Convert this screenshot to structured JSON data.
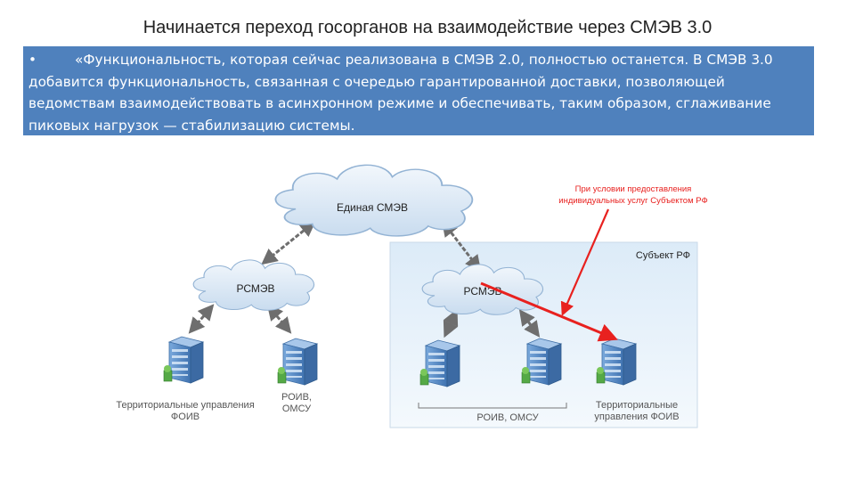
{
  "slide": {
    "title": "Начинается переход госорганов на взаимодействие через СМЭВ 3.0",
    "bullet_symbol": "•",
    "bullet_text": "«Функциональность, которая сейчас реализована в СМЭВ 2.0, полностью останется. В СМЭВ 3.0 добавится функциональность, связанная с очередью гарантированной доставки, позволяющей ведомствам взаимодействовать в асинхронном режиме и обеспечивать, таким образом, сглаживание пиковых нагрузок — стабилизацию системы."
  },
  "diagram": {
    "clouds": {
      "central": "Единая СМЭВ",
      "left": "РСМЭВ",
      "right": "РСМЭВ"
    },
    "region_label": "Субъект РФ",
    "annotation_line1": "При условии предоставления",
    "annotation_line2": "индивидуальных услуг Субъектом РФ",
    "labels": {
      "left_foiv_line1": "Территориальные управления",
      "left_foiv_line2": "ФОИВ",
      "left_roiv_line1": "РОИВ,",
      "left_roiv_line2": "ОМСУ",
      "right_roiv": "РОИВ, ОМСУ",
      "right_foiv_line1": "Территориальные",
      "right_foiv_line2": "управления ФОИВ"
    },
    "colors": {
      "bullet_box": "#4f81bd",
      "red_arrow": "#e8211f",
      "region_fill": "#e6f1fa",
      "cloud_fill": "#dbe8f5",
      "building": "#5b8fc9"
    }
  }
}
